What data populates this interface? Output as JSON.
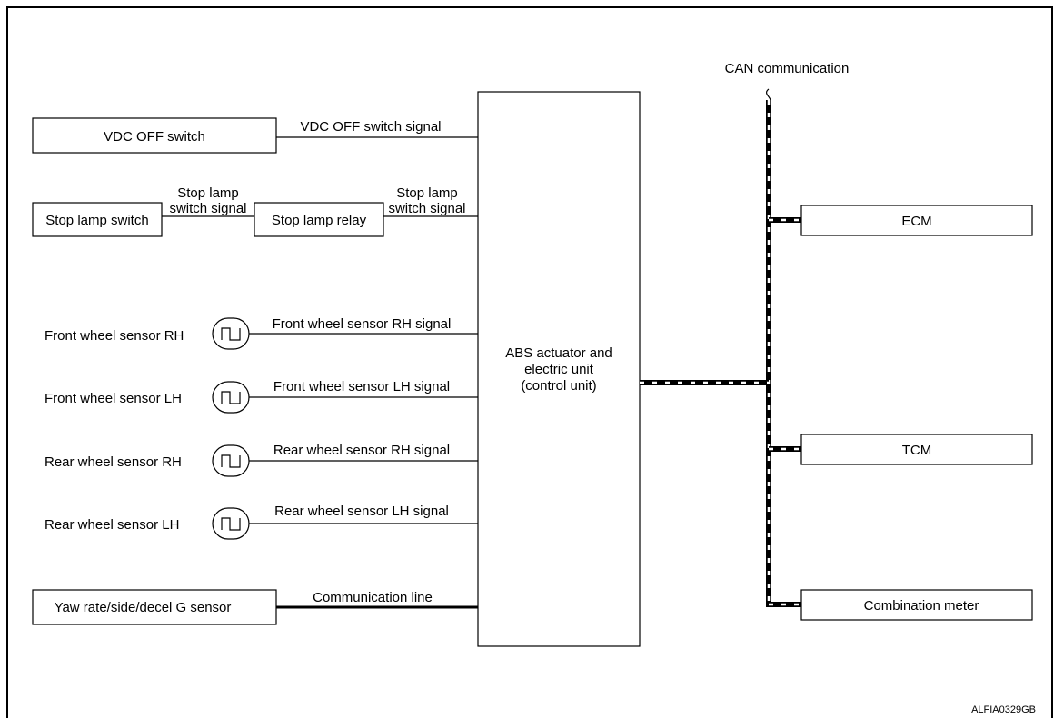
{
  "title": "",
  "code": "ALFIA0329GB",
  "can_label": "CAN communication",
  "left_components": {
    "vdc_off_switch": "VDC OFF switch",
    "stop_lamp_switch": "Stop lamp switch",
    "stop_lamp_relay": "Stop lamp relay",
    "yaw_sensor": "Yaw rate/side/decel G sensor"
  },
  "sensors": [
    {
      "name": "Front wheel sensor RH",
      "signal": "Front wheel sensor RH signal"
    },
    {
      "name": "Front wheel sensor LH",
      "signal": "Front wheel sensor LH signal"
    },
    {
      "name": "Rear wheel sensor RH",
      "signal": "Rear wheel sensor RH signal"
    },
    {
      "name": "Rear wheel sensor LH",
      "signal": "Rear wheel sensor LH signal"
    }
  ],
  "signals": {
    "vdc_off": "VDC OFF switch signal",
    "stop_lamp_1_line1": "Stop lamp",
    "stop_lamp_1_line2": "switch signal",
    "stop_lamp_2_line1": "Stop lamp",
    "stop_lamp_2_line2": "switch signal",
    "communication_line": "Communication line"
  },
  "abs_unit": {
    "line1": "ABS actuator and",
    "line2": "electric unit",
    "line3": "(control unit)"
  },
  "right_modules": {
    "ecm": "ECM",
    "tcm": "TCM",
    "combination_meter": "Combination meter"
  }
}
